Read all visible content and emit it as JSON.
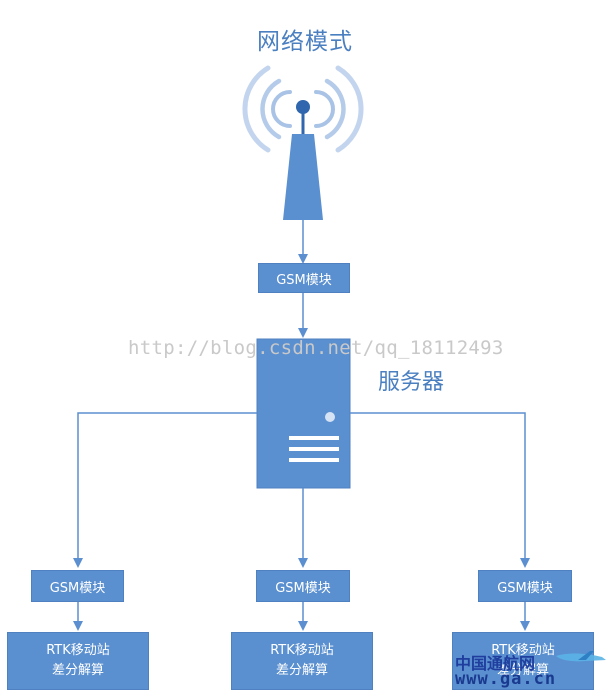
{
  "title": "网络模式",
  "server_label": "服务器",
  "top_module": "GSM模块",
  "watermark": "http://blog.csdn.net/qq_18112493",
  "branches": [
    {
      "module": "GSM模块",
      "station_line1": "RTK移动站",
      "station_line2": "差分解算"
    },
    {
      "module": "GSM模块",
      "station_line1": "RTK移动站",
      "station_line2": "差分解算"
    },
    {
      "module": "GSM模块",
      "station_line1": "RTK移动站",
      "station_line2": "差分解算"
    }
  ],
  "logo": {
    "name": "中国通航网",
    "url": "www.ga.cn"
  },
  "colors": {
    "primary": "#5a8fd0",
    "line": "#5b8fcf",
    "title": "#4a7fc0",
    "logo": "#1f3e9e"
  }
}
